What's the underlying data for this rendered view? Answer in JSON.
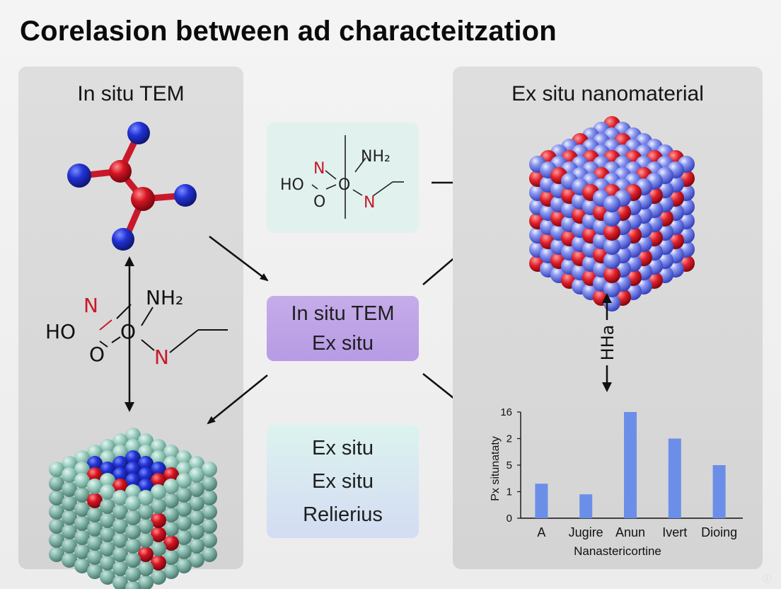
{
  "title": "Corelasion between ad characteitzation",
  "left_panel": {
    "title": "In situ TEM"
  },
  "right_panel": {
    "title": "Ex situ nanomaterial",
    "vertical_label": "HHa"
  },
  "formula_top": {
    "ho": "HO",
    "n1": "N",
    "nh2": "NH₂",
    "o_center": "O",
    "o_bottom": "O",
    "n2": "N"
  },
  "formula_left": {
    "ho": "HO",
    "n1": "N",
    "nh2": "NH₂",
    "o_center": "O",
    "o_bottom": "O",
    "n2": "N"
  },
  "center_box": {
    "line1": "In situ TEM",
    "line2": "Ex situ"
  },
  "bottom_box": {
    "line1": "Ex situ",
    "line2": "Ex situ",
    "line3": "Relierius"
  },
  "colors": {
    "atom_blue": "#2b3fd0",
    "atom_red": "#d01d2a",
    "atom_teal": "#9fd0c4",
    "bar": "#6b8fe8",
    "center_box": "#bda3e6"
  },
  "chart_data": {
    "type": "bar",
    "categories": [
      "A",
      "Jugire",
      "Anun",
      "Ivert",
      "Dioing"
    ],
    "values": [
      1.3,
      0.9,
      4.0,
      3.0,
      2.0
    ],
    "y_ticks": [
      "0",
      "1",
      "5",
      "2",
      "16"
    ],
    "ylim": [
      0,
      4
    ],
    "xlabel": "Nanastericortine",
    "ylabel": "Px situnataty",
    "grid": false
  }
}
